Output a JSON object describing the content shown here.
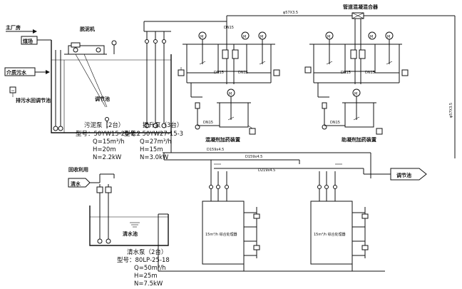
{
  "labels": {
    "main_plant": "主厂房",
    "coal_field": "煤场",
    "dewater_waste": "介质污水",
    "drain_to_pool": "排污水回调节池",
    "dewatering_machine": "脱泥机",
    "adjust_pool_small": "调节池",
    "pipe_mixer": "管道混凝混合器",
    "coagulant_device": "混凝剂加药装置",
    "flocculant_device": "助凝剂加药装置",
    "reuse": "回收利用",
    "clear_water": "清水",
    "clear_pool": "清水池",
    "adjust_pool_arrow": "调节池",
    "pipe_top": "φ57X3.5",
    "pipe_right": "φ57X3.5",
    "pipe_d159_1": "D159x4.5",
    "pipe_d159_2": "D159x4.5",
    "pipe_d219": "D219x4.5",
    "dn_tag": "DN15",
    "reactor_left": "15m³/h 综合处理器",
    "reactor_right": "15m³/h 综合处理器"
  },
  "pumps": {
    "sludge": {
      "title": "污泥泵（2台）",
      "model": "型号：50YW15-20-2.2",
      "flow": "Q=15m³/h",
      "head": "H=20m",
      "power": "N=2.2kW"
    },
    "lift": {
      "title": "提升泵（3台）",
      "model": "型号：50YW27-15-3",
      "flow": "Q=27m³/h",
      "head": "H=15m",
      "power": "N=3.0kW"
    },
    "clear": {
      "title": "清水泵（2台）",
      "model": "型号：80LP-25-18",
      "flow": "Q=50m³/h",
      "head": "H=25m",
      "power": "N=7.5kW"
    }
  },
  "motor_symbol": "M"
}
